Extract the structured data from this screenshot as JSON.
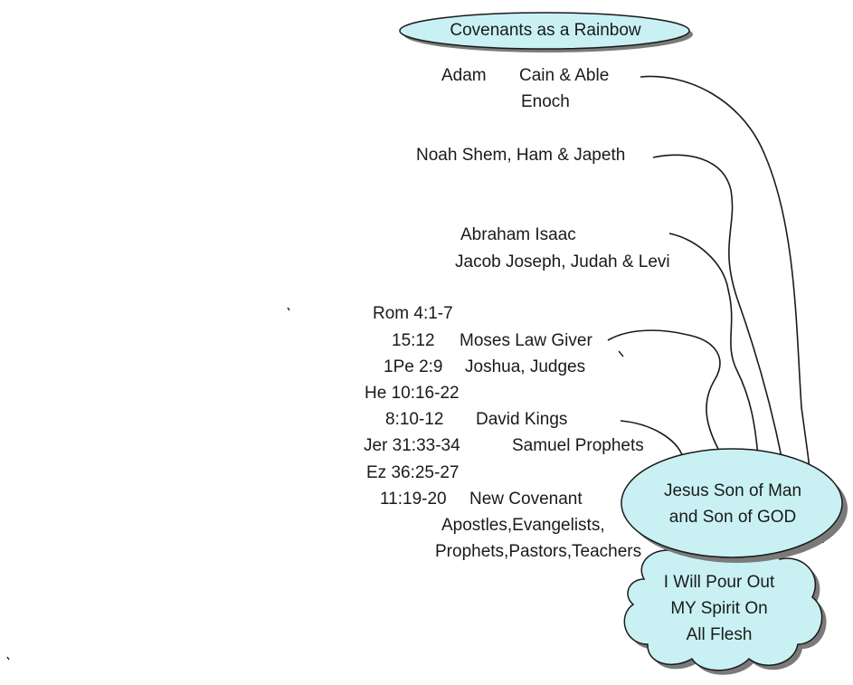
{
  "title": "Covenants as a Rainbow",
  "lines": {
    "adam": "Adam",
    "cain_able": "Cain & Able",
    "enoch": "Enoch",
    "noah": "Noah  Shem, Ham & Japeth",
    "abraham": "Abraham    Isaac",
    "jacob": "Jacob  Joseph, Judah & Levi",
    "rom": "Rom 4:1-7",
    "v1512": "15:12",
    "moses": "Moses Law Giver",
    "pe": "1Pe 2:9",
    "joshua": "Joshua, Judges",
    "he": "He 10:16-22",
    "v810": "8:10-12",
    "david": "David   Kings",
    "jer": "Jer 31:33-34",
    "samuel": "Samuel Prophets",
    "ez": "Ez 36:25-27",
    "v1119": "11:19-20",
    "new_cov": "New Covenant",
    "apostles": "Apostles,Evangelists,",
    "prophets": "Prophets,Pastors,Teachers"
  },
  "jesus": [
    "Jesus Son of Man",
    "and Son of GOD"
  ],
  "spirit": [
    "I Will Pour Out",
    "MY Spirit On",
    "All Flesh"
  ],
  "colors": {
    "shape_fill": "#c9f1f4",
    "stroke": "#1a1a1a",
    "shadow": "#7a7a7a"
  }
}
